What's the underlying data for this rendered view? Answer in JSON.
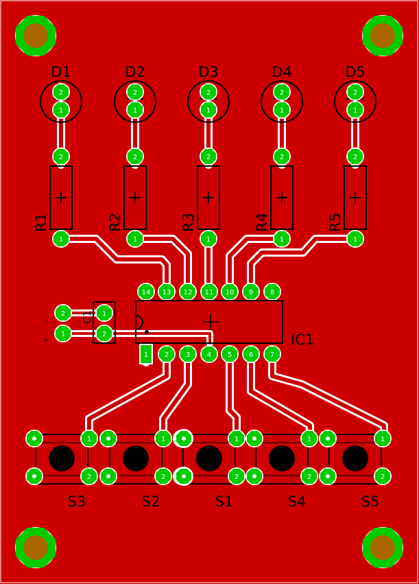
{
  "board": {
    "colors": {
      "copper": "#cc0000",
      "trace": "#ffffff",
      "pad": "#00cc00",
      "drill": "#aa6600",
      "silk": "#000000",
      "hole": "#000000"
    },
    "leds": [
      "D1",
      "D2",
      "D3",
      "D4",
      "D5"
    ],
    "resistors": [
      "R1",
      "R2",
      "R3",
      "R4",
      "R5"
    ],
    "switches": [
      "S3",
      "S2",
      "S1",
      "S4",
      "S5"
    ],
    "ic": {
      "name": "IC1",
      "top_pins": [
        "14",
        "13",
        "12",
        "11",
        "10",
        "9",
        "8"
      ],
      "bottom_pins": [
        "1",
        "2",
        "3",
        "4",
        "5",
        "6",
        "7"
      ]
    },
    "capacitor": {
      "name": "C1",
      "pins": [
        "1",
        "2"
      ],
      "plus": "+",
      "minus": "-"
    },
    "led_pin_labels": [
      "2",
      "1"
    ],
    "resistor_pin_labels": [
      "2",
      "1"
    ],
    "switch_pin_labels": [
      "1",
      "2"
    ]
  }
}
